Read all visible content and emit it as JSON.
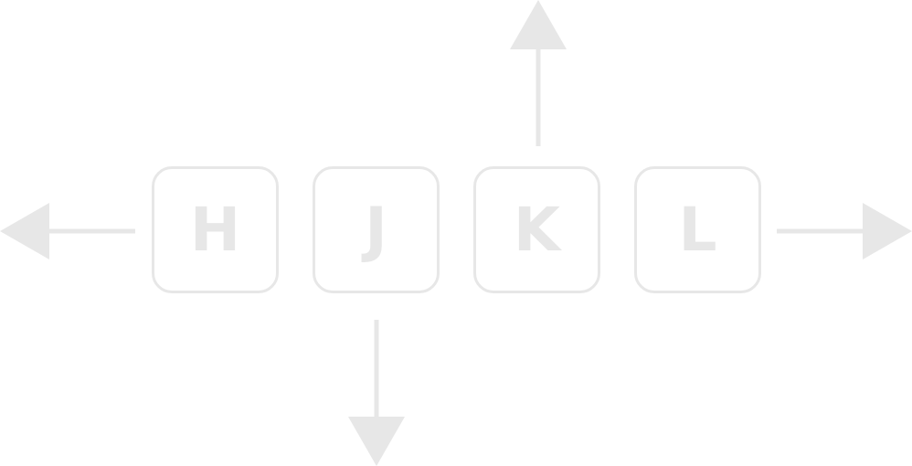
{
  "keys": [
    {
      "label": "H",
      "direction": "left"
    },
    {
      "label": "J",
      "direction": "down"
    },
    {
      "label": "K",
      "direction": "up"
    },
    {
      "label": "L",
      "direction": "right"
    }
  ],
  "colors": {
    "stroke": "#e7e7e7",
    "background": "#ffffff"
  }
}
